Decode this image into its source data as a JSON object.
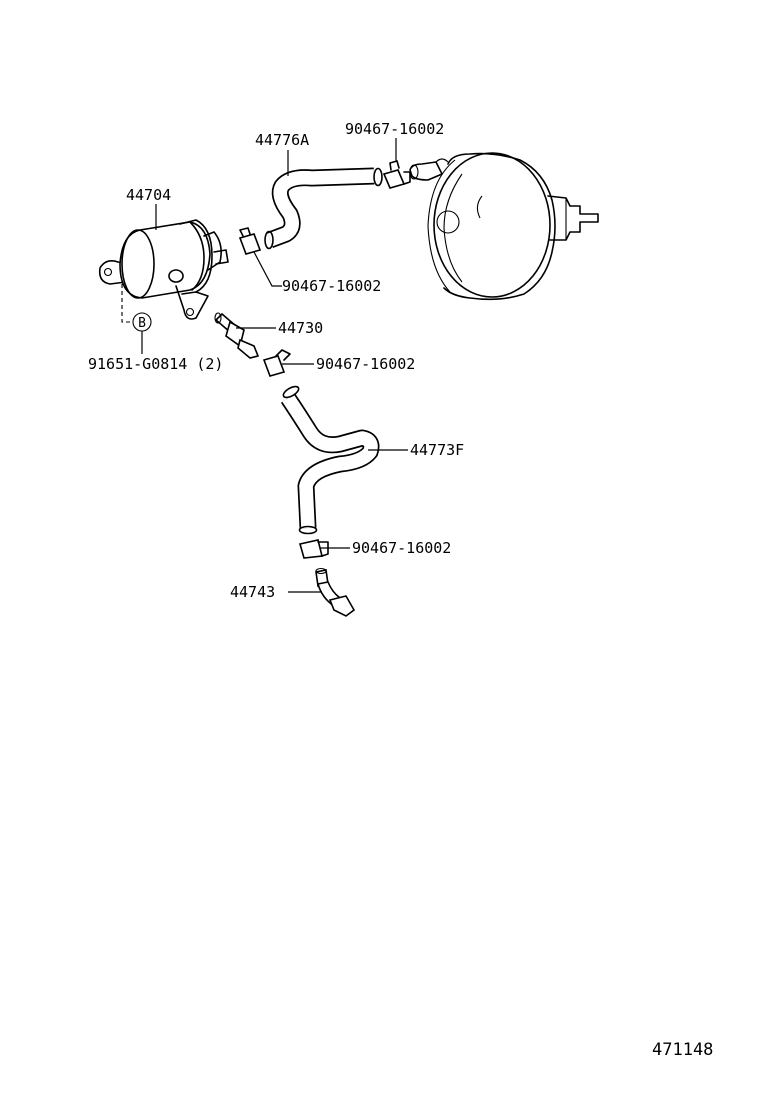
{
  "labels": {
    "hose_upper": "44776A",
    "clamp_top": "90467-16002",
    "canister": "44704",
    "clamp_mid_upper": "90467-16002",
    "check_valve": "44730",
    "mount_marker": "B",
    "bolt": "91651-G0814 (2)",
    "clamp_mid_lower": "90467-16002",
    "hose_lower": "44773F",
    "clamp_bottom": "90467-16002",
    "union": "44743"
  },
  "diagram_code": "471148"
}
